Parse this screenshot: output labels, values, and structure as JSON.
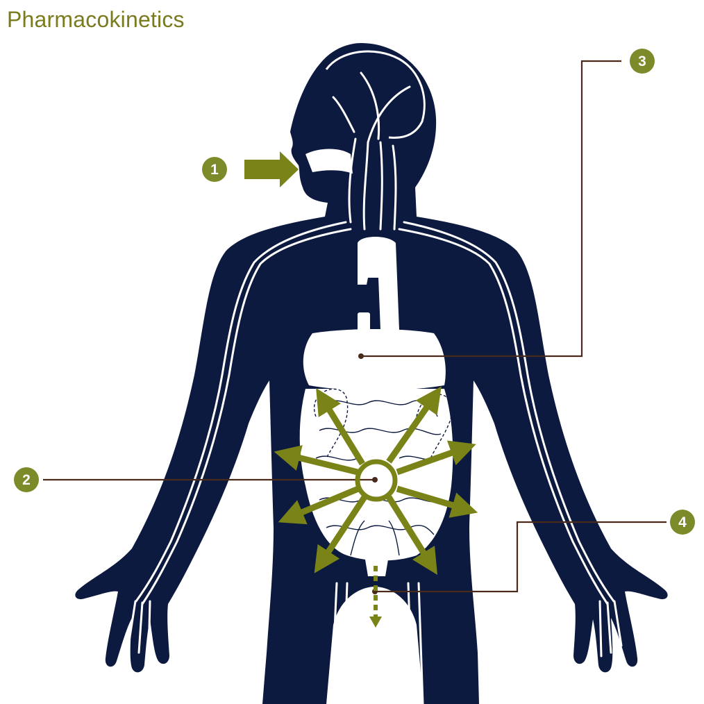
{
  "title": "Pharmacokinetics",
  "colors": {
    "body": "#0d1a40",
    "vessel": "#ffffff",
    "accent": "#7a8317",
    "badge": "#7d8a2a",
    "leader": "#4a2a1a"
  },
  "callouts": [
    {
      "number": "1",
      "icon": "arrow-into-mouth"
    },
    {
      "number": "2",
      "icon": "radiating-arrows"
    },
    {
      "number": "3",
      "icon": "leader-to-stomach"
    },
    {
      "number": "4",
      "icon": "leader-to-excretion"
    }
  ]
}
